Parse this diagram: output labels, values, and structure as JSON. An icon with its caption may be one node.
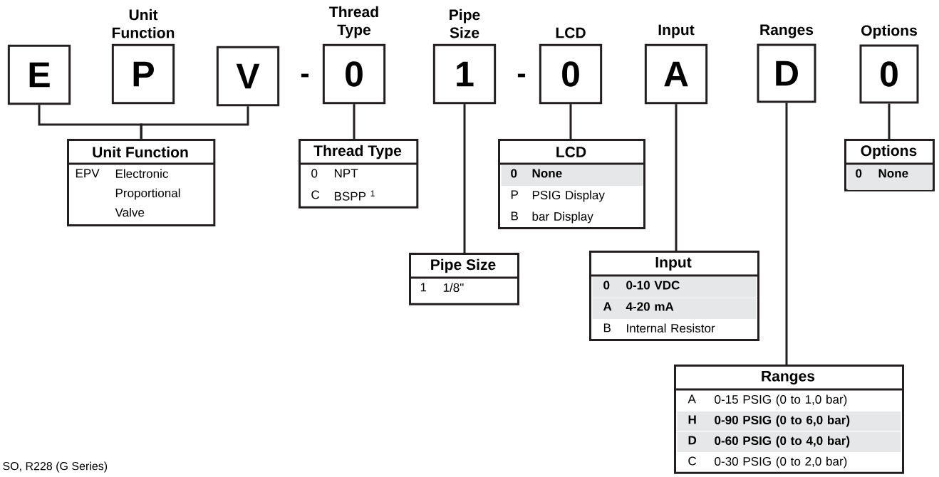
{
  "diagram": {
    "nodes": [
      {
        "text": [
          "E"
        ]
      },
      {
        "text": [
          "Unit Function",
          "P"
        ]
      },
      {
        "text": [
          "V"
        ]
      },
      {
        "text": [
          "Thread Type",
          "0"
        ]
      },
      {
        "text": [
          "Pipe Size",
          "1"
        ]
      },
      {
        "text": [
          "LCD",
          "0"
        ]
      },
      {
        "text": [
          "Input",
          "A"
        ]
      },
      {
        "text": [
          "Ranges",
          "D"
        ]
      },
      {
        "text": [
          "Options",
          "0"
        ]
      },
      {
        "text": [
          "Unit Function"
        ]
      },
      {
        "text": [
          "EPV",
          "Electronic Proportional Valve"
        ],
        "in": 9
      },
      {
        "text": [
          "Thread Type"
        ]
      },
      {
        "text": [
          "0",
          "NPT"
        ],
        "in": 11
      },
      {
        "text": [
          "C",
          "BSPP $^{1}$"
        ],
        "in": 11
      },
      {
        "text": [
          "LCD"
        ]
      },
      {
        "text": [
          "0",
          "None"
        ],
        "in": 14
      },
      {
        "text": [
          "P",
          "PSIG Display"
        ],
        "in": 14
      },
      {
        "text": [
          "B",
          "bar Display"
        ],
        "in": 14
      },
      {
        "text": [
          "Options"
        ]
      },
      {
        "text": [
          "0",
          "None"
        ],
        "in": 18
      },
      {
        "text": [
          "Pipe Size"
        ]
      },
      {
        "text": [
          "1",
          "1/8\""
        ],
        "in": 20
      },
      {
        "text": [
          "Input"
        ]
      },
      {
        "text": [
          "0",
          "0-10 VDC"
        ],
        "in": 22
      },
      {
        "text": [
          "A",
          "4-20 mA"
        ],
        "in": 22
      },
      {
        "text": [
          "B",
          "Internal Resistor"
        ],
        "in": 22
      },
      {
        "text": [
          "Ranges"
        ]
      },
      {
        "text": [
          "A",
          "0-15 PSIG (0 to 1,0 bar)"
        ],
        "in": 26
      },
      {
        "text": [
          "H",
          "0-90 PSIG (0 to 6,0 bar)"
        ],
        "in": 26
      },
      {
        "text": [
          "D",
          "0-60 PSIG (0 to 4,0 bar)"
        ],
        "in": 26
      },
      {
        "text": [
          "C",
          "0-30 PSIG (0 to 2,0 bar)"
        ],
        "in": 26
      }
    ],
    "edges": [
      {
        "from": 0,
        "to": 9,
        "arrow": "none"
      },
      {
        "from": 2,
        "to": 9,
        "arrow": "none"
      },
      {
        "from": 3,
        "to": 11,
        "arrow": "none"
      },
      {
        "from": 4,
        "to": 20,
        "arrow": "none"
      },
      {
        "from": 5,
        "to": 14,
        "arrow": "none"
      },
      {
        "from": 6,
        "to": 22,
        "arrow": "none"
      },
      {
        "from": 7,
        "to": 26,
        "arrow": "none"
      },
      {
        "from": 8,
        "to": 18,
        "arrow": "none"
      }
    ],
    "labels": [
      "-",
      "-",
      "SO, R228 (G Series)"
    ]
  }
}
